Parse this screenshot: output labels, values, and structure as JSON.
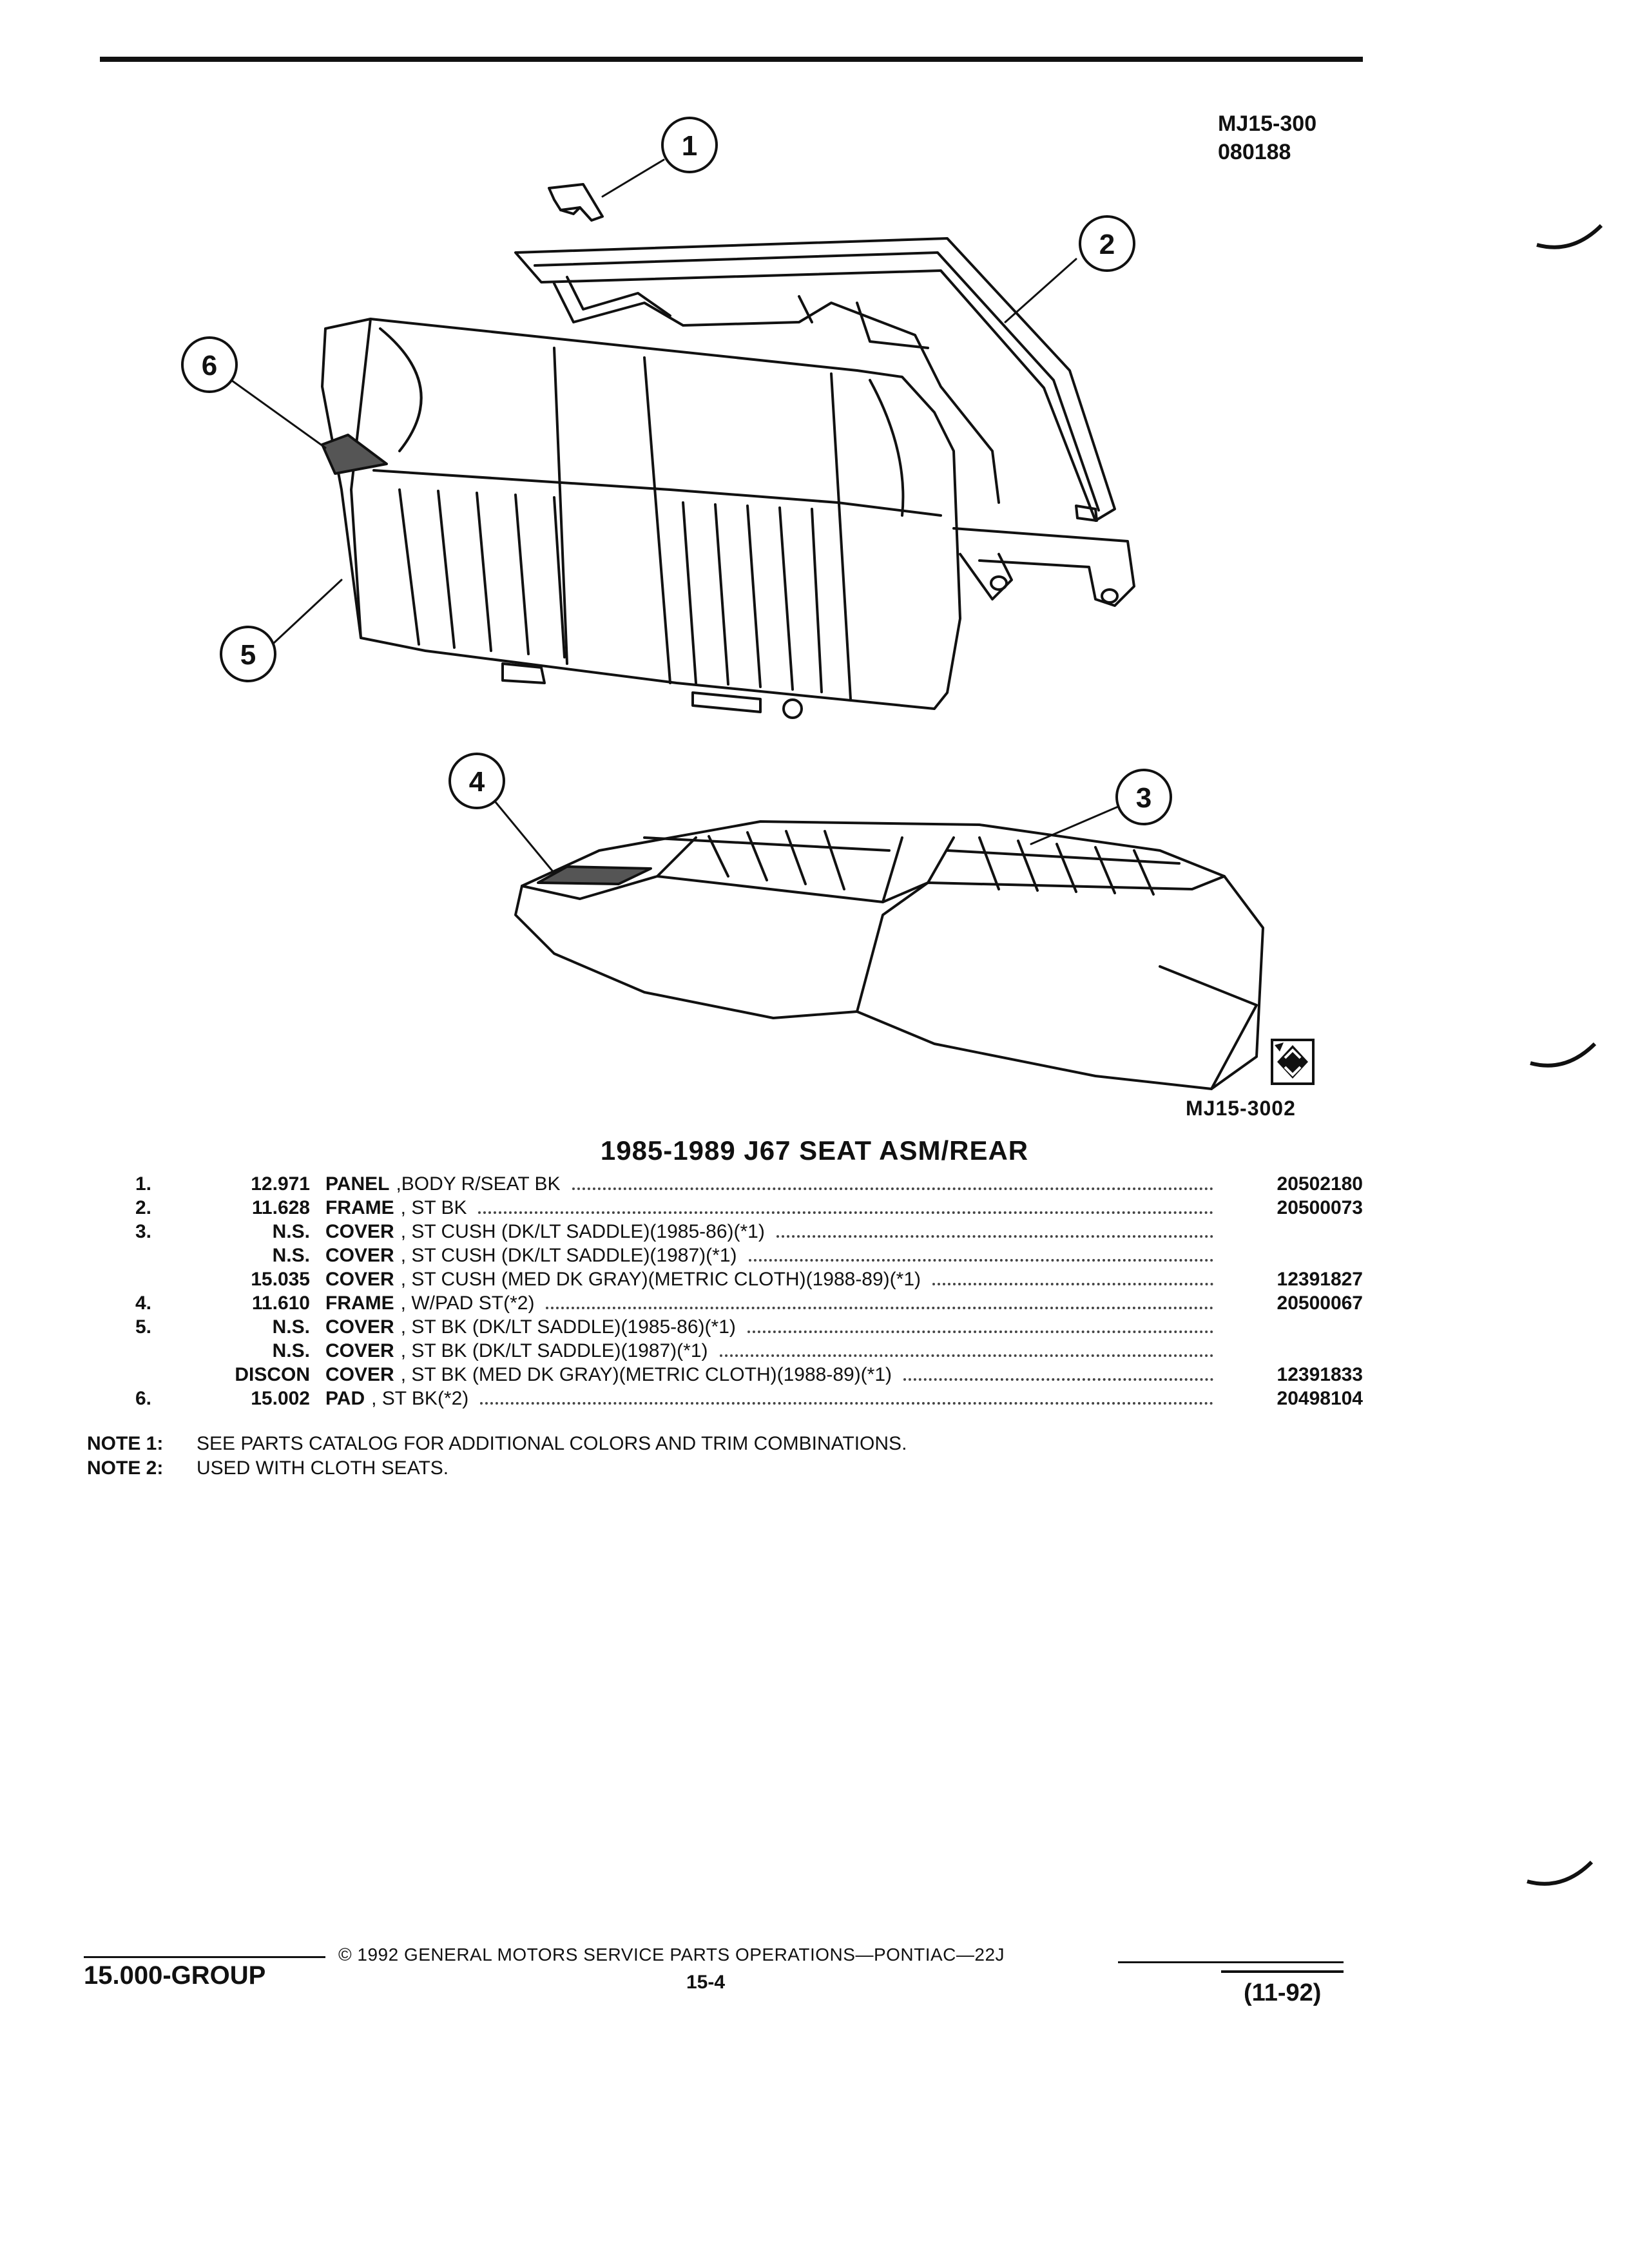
{
  "header": {
    "ref_code": "MJ15-300",
    "ref_date": "080188"
  },
  "illustration": {
    "figure_id": "MJ15-3002",
    "callouts": [
      "1",
      "2",
      "3",
      "4",
      "5",
      "6"
    ]
  },
  "section_title": "1985-1989 J67 SEAT ASM/REAR",
  "parts": [
    {
      "item": "1.",
      "code": "12.971",
      "name": "PANEL",
      "desc": ",BODY R/SEAT BK",
      "part_no": "20502180"
    },
    {
      "item": "2.",
      "code": "11.628",
      "name": "FRAME",
      "desc": ", ST BK",
      "part_no": "20500073"
    },
    {
      "item": "3.",
      "code": "N.S.",
      "name": "COVER",
      "desc": ", ST CUSH (DK/LT SADDLE)(1985-86)(*1)",
      "part_no": ""
    },
    {
      "item": "",
      "code": "N.S.",
      "name": "COVER",
      "desc": ", ST CUSH (DK/LT SADDLE)(1987)(*1)",
      "part_no": ""
    },
    {
      "item": "",
      "code": "15.035",
      "name": "COVER",
      "desc": ", ST CUSH (MED DK GRAY)(METRIC CLOTH)(1988-89)(*1)",
      "part_no": "12391827"
    },
    {
      "item": "4.",
      "code": "11.610",
      "name": "FRAME",
      "desc": ", W/PAD ST(*2)",
      "part_no": "20500067"
    },
    {
      "item": "5.",
      "code": "N.S.",
      "name": "COVER",
      "desc": ", ST BK (DK/LT SADDLE)(1985-86)(*1)",
      "part_no": ""
    },
    {
      "item": "",
      "code": "N.S.",
      "name": "COVER",
      "desc": ", ST BK (DK/LT SADDLE)(1987)(*1)",
      "part_no": ""
    },
    {
      "item": "",
      "code": "DISCON",
      "name": "COVER",
      "desc": ", ST BK (MED DK GRAY)(METRIC CLOTH)(1988-89)(*1)",
      "part_no": "12391833"
    },
    {
      "item": "6.",
      "code": "15.002",
      "name": "PAD",
      "desc": ", ST BK(*2)",
      "part_no": "20498104"
    }
  ],
  "notes": [
    {
      "label": "NOTE 1:",
      "text": "SEE PARTS CATALOG FOR ADDITIONAL COLORS AND TRIM COMBINATIONS."
    },
    {
      "label": "NOTE 2:",
      "text": "USED WITH CLOTH SEATS."
    }
  ],
  "footer": {
    "group": "15.000-GROUP",
    "copyright": "© 1992 GENERAL MOTORS SERVICE PARTS OPERATIONS—PONTIAC—22J",
    "page": "15-4",
    "revision": "(11-92)"
  },
  "colors": {
    "ink": "#111111",
    "paper": "#ffffff"
  }
}
